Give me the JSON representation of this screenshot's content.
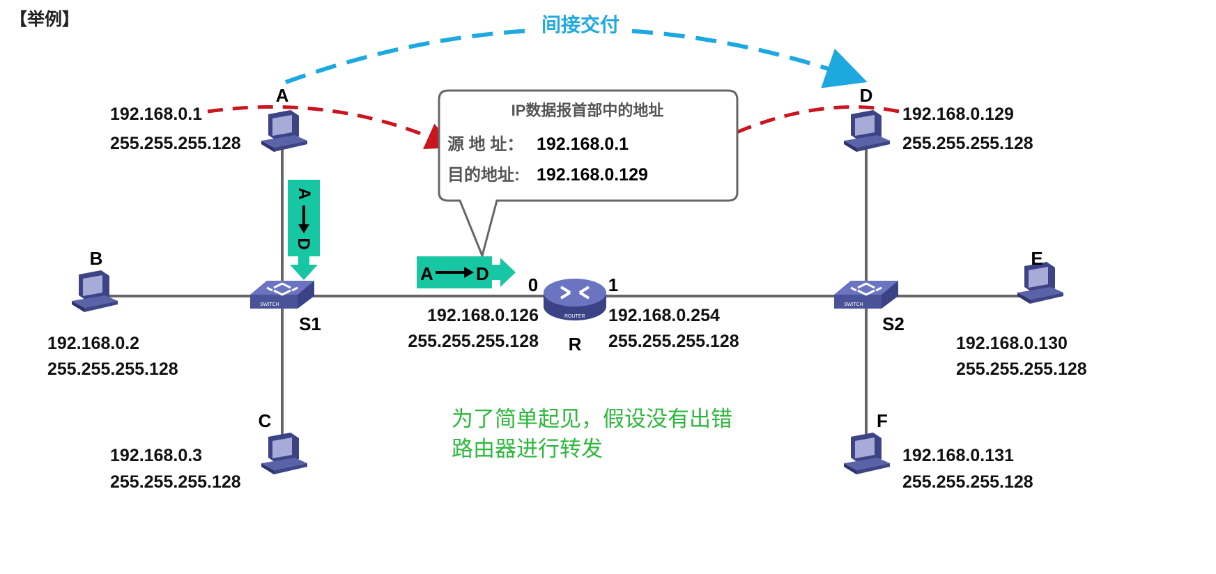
{
  "title": "【举例】",
  "indirect_delivery": {
    "label": "间接交付",
    "color": "#1ea8e0"
  },
  "hosts": {
    "A": {
      "name": "A",
      "ip": "192.168.0.1",
      "mask": "255.255.255.128"
    },
    "B": {
      "name": "B",
      "ip": "192.168.0.2",
      "mask": "255.255.255.128"
    },
    "C": {
      "name": "C",
      "ip": "192.168.0.3",
      "mask": "255.255.255.128"
    },
    "D": {
      "name": "D",
      "ip": "192.168.0.129",
      "mask": "255.255.255.128"
    },
    "E": {
      "name": "E",
      "ip": "192.168.0.130",
      "mask": "255.255.255.128"
    },
    "F": {
      "name": "F",
      "ip": "192.168.0.131",
      "mask": "255.255.255.128"
    }
  },
  "switches": {
    "S1": {
      "name": "S1",
      "icon_text": "SWITCH"
    },
    "S2": {
      "name": "S2",
      "icon_text": "SWITCH"
    }
  },
  "router": {
    "name": "R",
    "icon_text": "ROUTER",
    "port0": {
      "label": "0",
      "ip": "192.168.0.126",
      "mask": "255.255.255.128"
    },
    "port1": {
      "label": "1",
      "ip": "192.168.0.254",
      "mask": "255.255.255.128"
    }
  },
  "callout": {
    "title": "IP数据报首部中的地址",
    "src_label": "源 地 址：",
    "src_value": "192.168.0.1",
    "dst_label": "目的地址:",
    "dst_value": "192.168.0.129"
  },
  "frames": {
    "vertical": {
      "from": "A",
      "to": "D"
    },
    "horizontal": {
      "from": "A",
      "to": "D"
    },
    "color": "#17c6a2"
  },
  "note": {
    "line1": "为了简单起见，假设没有出错",
    "line2": "路由器进行转发",
    "color": "#2db83d"
  },
  "colors": {
    "red_dash": "#c8151e",
    "device": "#4b5398",
    "line": "#666666"
  }
}
